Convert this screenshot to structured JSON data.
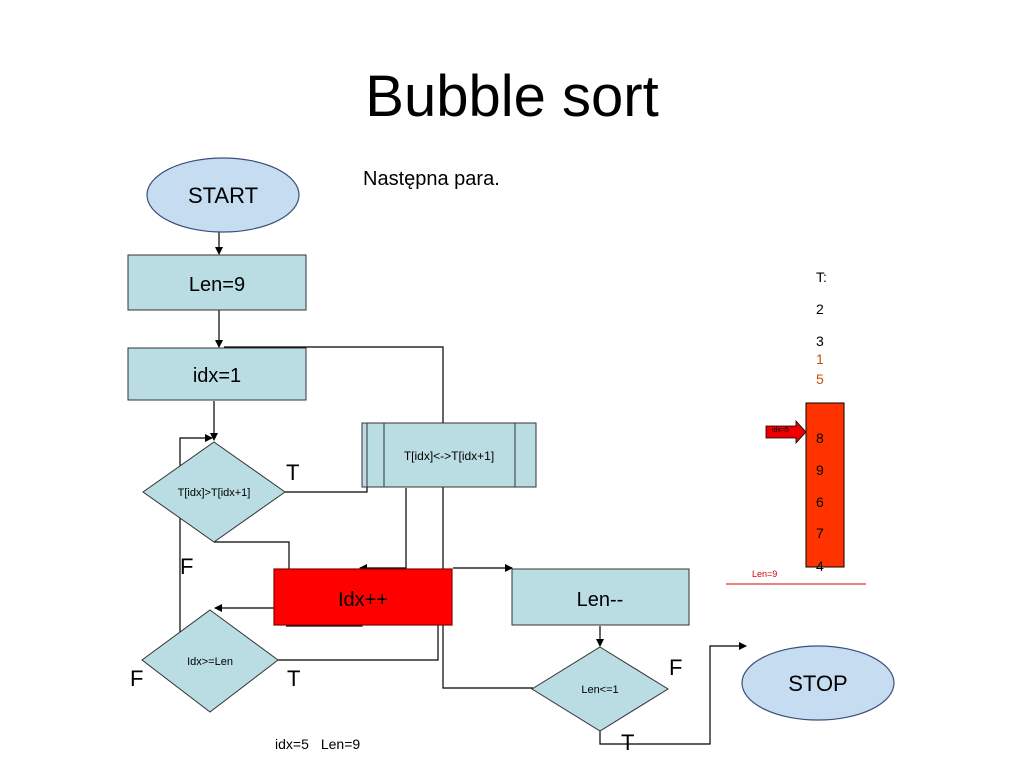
{
  "title": "Bubble sort",
  "subtitle": "Następna para.",
  "flow": {
    "start": "START",
    "len_init": "Len=9",
    "idx_init": "idx=1",
    "compare": "T[idx]>T[idx+1]",
    "swap": "T[idx]<->T[idx+1]",
    "increment": "Idx++",
    "decrement": "Len--",
    "idx_check": "Idx>=Len",
    "len_check": "Len<=1",
    "stop": "STOP"
  },
  "branch_labels": {
    "compare_true": "T",
    "compare_false": "F",
    "idx_check_false": "F",
    "idx_check_true": "T",
    "len_check_false": "F",
    "len_check_true": "T"
  },
  "state": {
    "idx": "idx=5",
    "len": "Len=9"
  },
  "array": {
    "label": "T:",
    "values": [
      "2",
      "3",
      "1",
      "5",
      "8",
      "9",
      "6",
      "7",
      "4"
    ],
    "highlighted": [
      2,
      3
    ],
    "pointer_text": "idx=5",
    "len_marker": "Len=9"
  },
  "colors": {
    "node_fill": "#b9dde3",
    "start_fill": "#c6dcf0",
    "active_fill": "#ff0000",
    "highlight_text": "#c8500a",
    "accent_line": "#d40000"
  }
}
